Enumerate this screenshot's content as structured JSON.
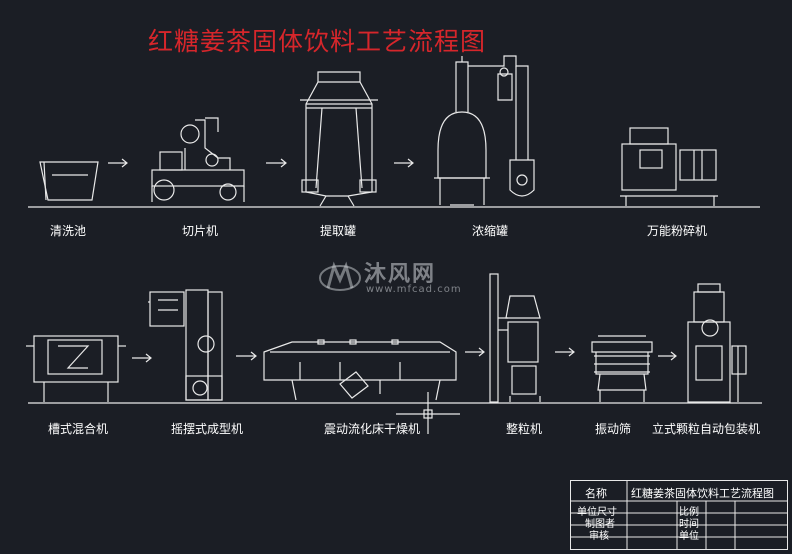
{
  "title": "红糖姜茶固体饮料工艺流程图",
  "row1_labels": [
    "清洗池",
    "切片机",
    "提取罐",
    "浓缩罐",
    "万能粉碎机"
  ],
  "row2_labels": [
    "槽式混合机",
    "摇摆式成型机",
    "震动流化床干燥机",
    "整粒机",
    "振动筛",
    "立式颗粒自动包装机"
  ],
  "watermark": {
    "brand": "沐风网",
    "url": "www.mfcad.com"
  },
  "title_block": {
    "name_label": "名称",
    "name_value": "红糖姜茶固体饮料工艺流程图",
    "unit_size": "单位尺寸",
    "scale": "比例",
    "drawn_by": "制图者",
    "time": "时间",
    "reviewed": "审核",
    "unit": "单位"
  },
  "colors": {
    "background": "#1b1e25",
    "lines": "#e9e9e9",
    "title": "#d6262b"
  }
}
